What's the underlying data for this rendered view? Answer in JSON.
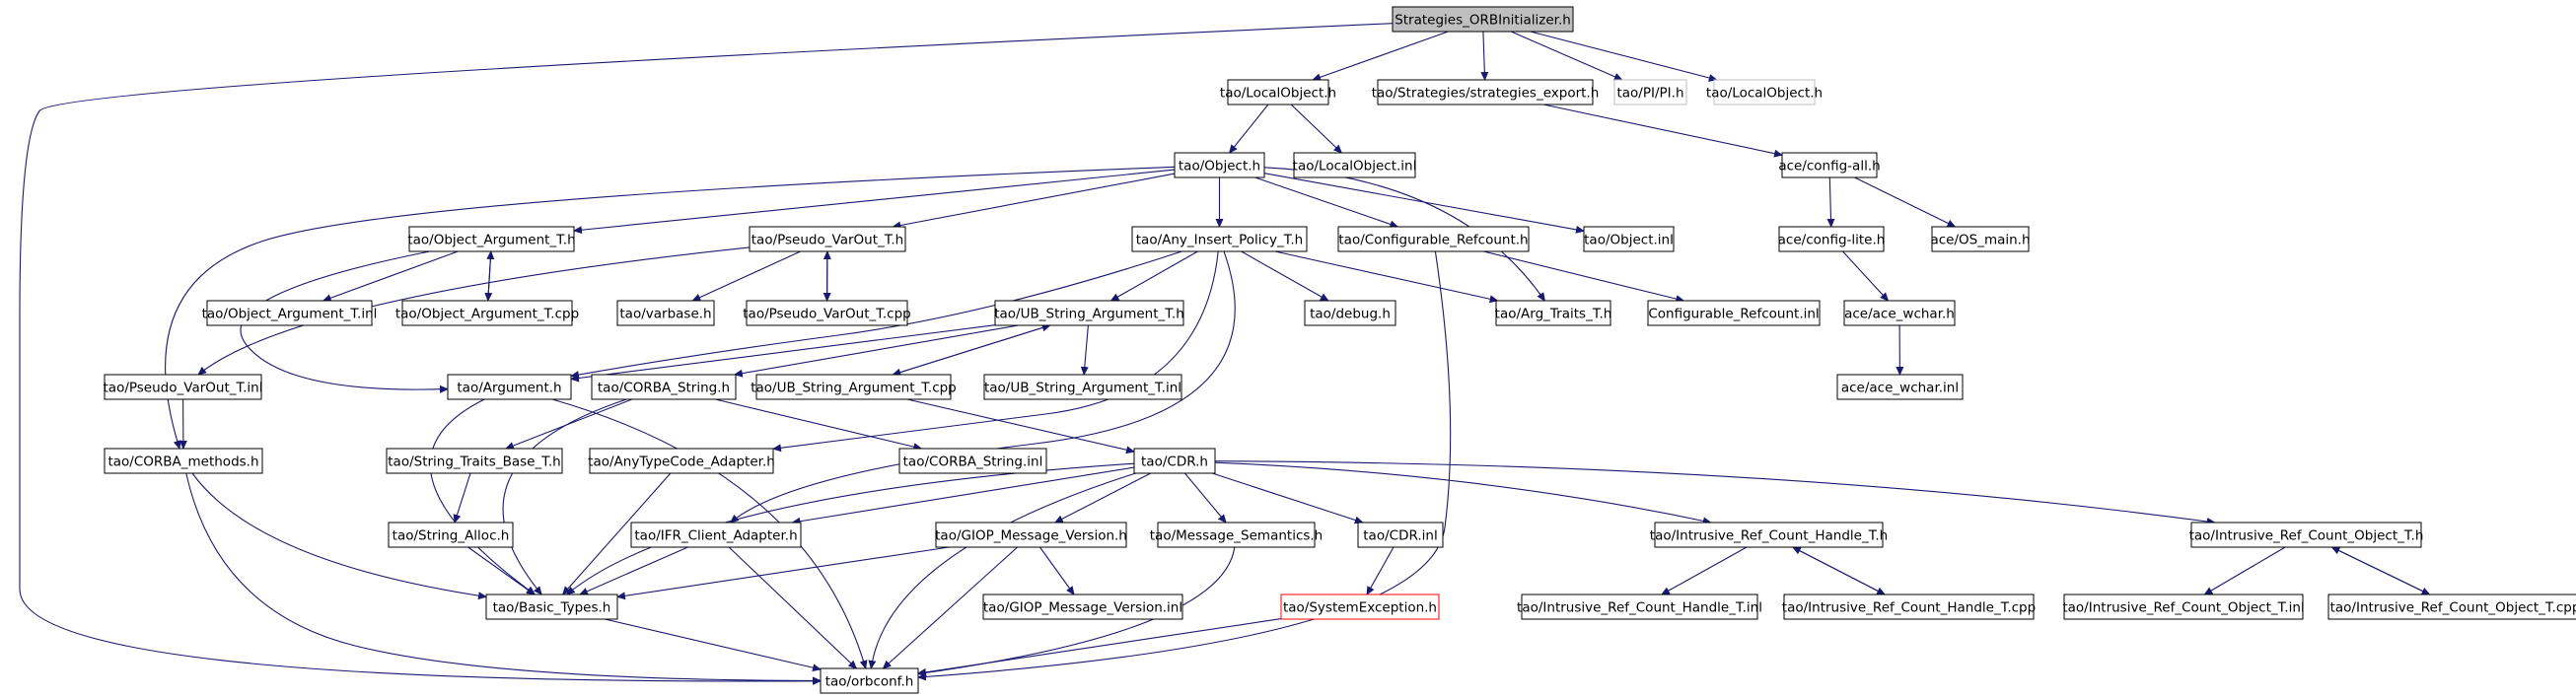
{
  "colors": {
    "edge": "#191970",
    "node_border": "#000000",
    "root_fill": "#bfbfbf",
    "external_border": "#bfbfbf",
    "missing_border": "#ff0000",
    "text": "#000000",
    "external_text": "#808080"
  },
  "nodes": [
    {
      "id": "root",
      "label": "Strategies_ORBInitializer.h",
      "style": "root"
    },
    {
      "id": "lo_h",
      "label": "tao/LocalObject.h",
      "style": "normal"
    },
    {
      "id": "strat_exp",
      "label": "tao/Strategies/strategies_export.h",
      "style": "normal"
    },
    {
      "id": "pi_h",
      "label": "tao/PI/PI.h",
      "style": "external"
    },
    {
      "id": "lo_h2",
      "label": "tao/LocalObject.h",
      "style": "external"
    },
    {
      "id": "object_h",
      "label": "tao/Object.h",
      "style": "normal"
    },
    {
      "id": "lo_inl",
      "label": "tao/LocalObject.inl",
      "style": "normal"
    },
    {
      "id": "config_all",
      "label": "ace/config-all.h",
      "style": "normal"
    },
    {
      "id": "obj_arg_t",
      "label": "tao/Object_Argument_T.h",
      "style": "normal"
    },
    {
      "id": "pseudo_vo",
      "label": "tao/Pseudo_VarOut_T.h",
      "style": "normal"
    },
    {
      "id": "any_ins",
      "label": "tao/Any_Insert_Policy_T.h",
      "style": "normal"
    },
    {
      "id": "cfg_ref",
      "label": "tao/Configurable_Refcount.h",
      "style": "normal"
    },
    {
      "id": "object_inl",
      "label": "tao/Object.inl",
      "style": "normal"
    },
    {
      "id": "config_lite",
      "label": "ace/config-lite.h",
      "style": "normal"
    },
    {
      "id": "os_main",
      "label": "ace/OS_main.h",
      "style": "normal"
    },
    {
      "id": "obj_arg_inl",
      "label": "tao/Object_Argument_T.inl",
      "style": "normal"
    },
    {
      "id": "obj_arg_cpp",
      "label": "tao/Object_Argument_T.cpp",
      "style": "normal"
    },
    {
      "id": "varbase",
      "label": "tao/varbase.h",
      "style": "normal"
    },
    {
      "id": "pseudo_cpp",
      "label": "tao/Pseudo_VarOut_T.cpp",
      "style": "normal"
    },
    {
      "id": "ubs_h",
      "label": "tao/UB_String_Argument_T.h",
      "style": "normal"
    },
    {
      "id": "debug_h",
      "label": "tao/debug.h",
      "style": "normal"
    },
    {
      "id": "arg_traits",
      "label": "tao/Arg_Traits_T.h",
      "style": "normal"
    },
    {
      "id": "cfg_ref_inl",
      "label": "Configurable_Refcount.inl",
      "style": "normal"
    },
    {
      "id": "ace_wchar",
      "label": "ace/ace_wchar.h",
      "style": "normal"
    },
    {
      "id": "pseudo_inl",
      "label": "tao/Pseudo_VarOut_T.inl",
      "style": "normal"
    },
    {
      "id": "argument_h",
      "label": "tao/Argument.h",
      "style": "normal"
    },
    {
      "id": "corba_str",
      "label": "tao/CORBA_String.h",
      "style": "normal"
    },
    {
      "id": "ubs_cpp",
      "label": "tao/UB_String_Argument_T.cpp",
      "style": "normal"
    },
    {
      "id": "ubs_inl",
      "label": "tao/UB_String_Argument_T.inl",
      "style": "normal"
    },
    {
      "id": "ace_wchar_inl",
      "label": "ace/ace_wchar.inl",
      "style": "normal"
    },
    {
      "id": "corba_meth",
      "label": "tao/CORBA_methods.h",
      "style": "normal"
    },
    {
      "id": "str_traits",
      "label": "tao/String_Traits_Base_T.h",
      "style": "normal"
    },
    {
      "id": "anytc",
      "label": "tao/AnyTypeCode_Adapter.h",
      "style": "normal"
    },
    {
      "id": "corba_str_inl",
      "label": "tao/CORBA_String.inl",
      "style": "normal"
    },
    {
      "id": "cdr_h",
      "label": "tao/CDR.h",
      "style": "normal"
    },
    {
      "id": "str_alloc",
      "label": "tao/String_Alloc.h",
      "style": "normal"
    },
    {
      "id": "ifr",
      "label": "tao/IFR_Client_Adapter.h",
      "style": "normal"
    },
    {
      "id": "giop_v",
      "label": "tao/GIOP_Message_Version.h",
      "style": "normal"
    },
    {
      "id": "msg_sem",
      "label": "tao/Message_Semantics.h",
      "style": "normal"
    },
    {
      "id": "cdr_inl",
      "label": "tao/CDR.inl",
      "style": "normal"
    },
    {
      "id": "irc_h",
      "label": "tao/Intrusive_Ref_Count_Handle_T.h",
      "style": "normal"
    },
    {
      "id": "irco_h",
      "label": "tao/Intrusive_Ref_Count_Object_T.h",
      "style": "normal"
    },
    {
      "id": "basic_types",
      "label": "tao/Basic_Types.h",
      "style": "normal"
    },
    {
      "id": "giop_inl",
      "label": "tao/GIOP_Message_Version.inl",
      "style": "normal"
    },
    {
      "id": "sysexc",
      "label": "tao/SystemException.h",
      "style": "missing"
    },
    {
      "id": "irc_inl",
      "label": "tao/Intrusive_Ref_Count_Handle_T.inl",
      "style": "normal"
    },
    {
      "id": "irc_cpp",
      "label": "tao/Intrusive_Ref_Count_Handle_T.cpp",
      "style": "normal"
    },
    {
      "id": "irco_inl",
      "label": "tao/Intrusive_Ref_Count_Object_T.inl",
      "style": "normal"
    },
    {
      "id": "irco_cpp",
      "label": "tao/Intrusive_Ref_Count_Object_T.cpp",
      "style": "normal"
    },
    {
      "id": "orbconf",
      "label": "tao/orbconf.h",
      "style": "normal"
    }
  ]
}
